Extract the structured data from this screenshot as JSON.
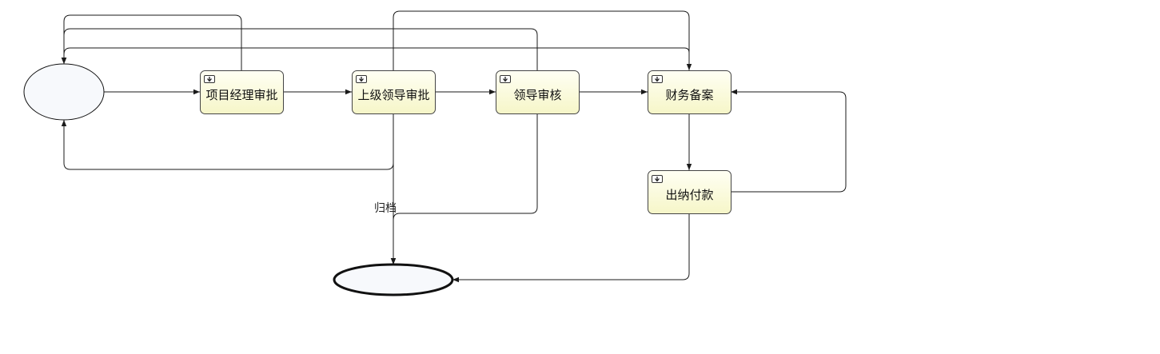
{
  "diagram": {
    "nodes": {
      "start": {
        "kind": "start-event",
        "label": ""
      },
      "pm_approval": {
        "kind": "user-task",
        "label": "项目经理审批",
        "icon": "user-task-icon"
      },
      "superior_approval": {
        "kind": "user-task",
        "label": "上级领导审批",
        "icon": "user-task-icon"
      },
      "leader_review": {
        "kind": "user-task",
        "label": "领导审核",
        "icon": "user-task-icon"
      },
      "finance_filing": {
        "kind": "user-task",
        "label": "财务备案",
        "icon": "user-task-icon"
      },
      "cashier_payment": {
        "kind": "user-task",
        "label": "出纳付款",
        "icon": "user-task-icon"
      },
      "end": {
        "kind": "end-event",
        "label": ""
      }
    },
    "edges": [
      {
        "from": "start",
        "to": "pm_approval",
        "label": ""
      },
      {
        "from": "pm_approval",
        "to": "superior_approval",
        "label": ""
      },
      {
        "from": "superior_approval",
        "to": "leader_review",
        "label": ""
      },
      {
        "from": "leader_review",
        "to": "finance_filing",
        "label": ""
      },
      {
        "from": "finance_filing",
        "to": "cashier_payment",
        "label": ""
      },
      {
        "from": "cashier_payment",
        "to": "finance_filing",
        "label": ""
      },
      {
        "from": "cashier_payment",
        "to": "end",
        "label": ""
      },
      {
        "from": "pm_approval",
        "to": "start",
        "label": ""
      },
      {
        "from": "leader_review",
        "to": "start",
        "label": ""
      },
      {
        "from": "finance_filing",
        "to": "start",
        "label": ""
      },
      {
        "from": "superior_approval",
        "to": "start",
        "label": ""
      },
      {
        "from": "superior_approval",
        "to": "finance_filing",
        "label": ""
      },
      {
        "from": "superior_approval",
        "to": "end",
        "label": "归档"
      },
      {
        "from": "leader_review",
        "to": "end",
        "label": ""
      }
    ],
    "colors": {
      "task_fill_top": "#fffff4",
      "task_fill_bottom": "#f6f6c8",
      "task_stroke": "#444444",
      "event_fill": "#f7f9fc",
      "edge": "#1a1a1a"
    }
  }
}
